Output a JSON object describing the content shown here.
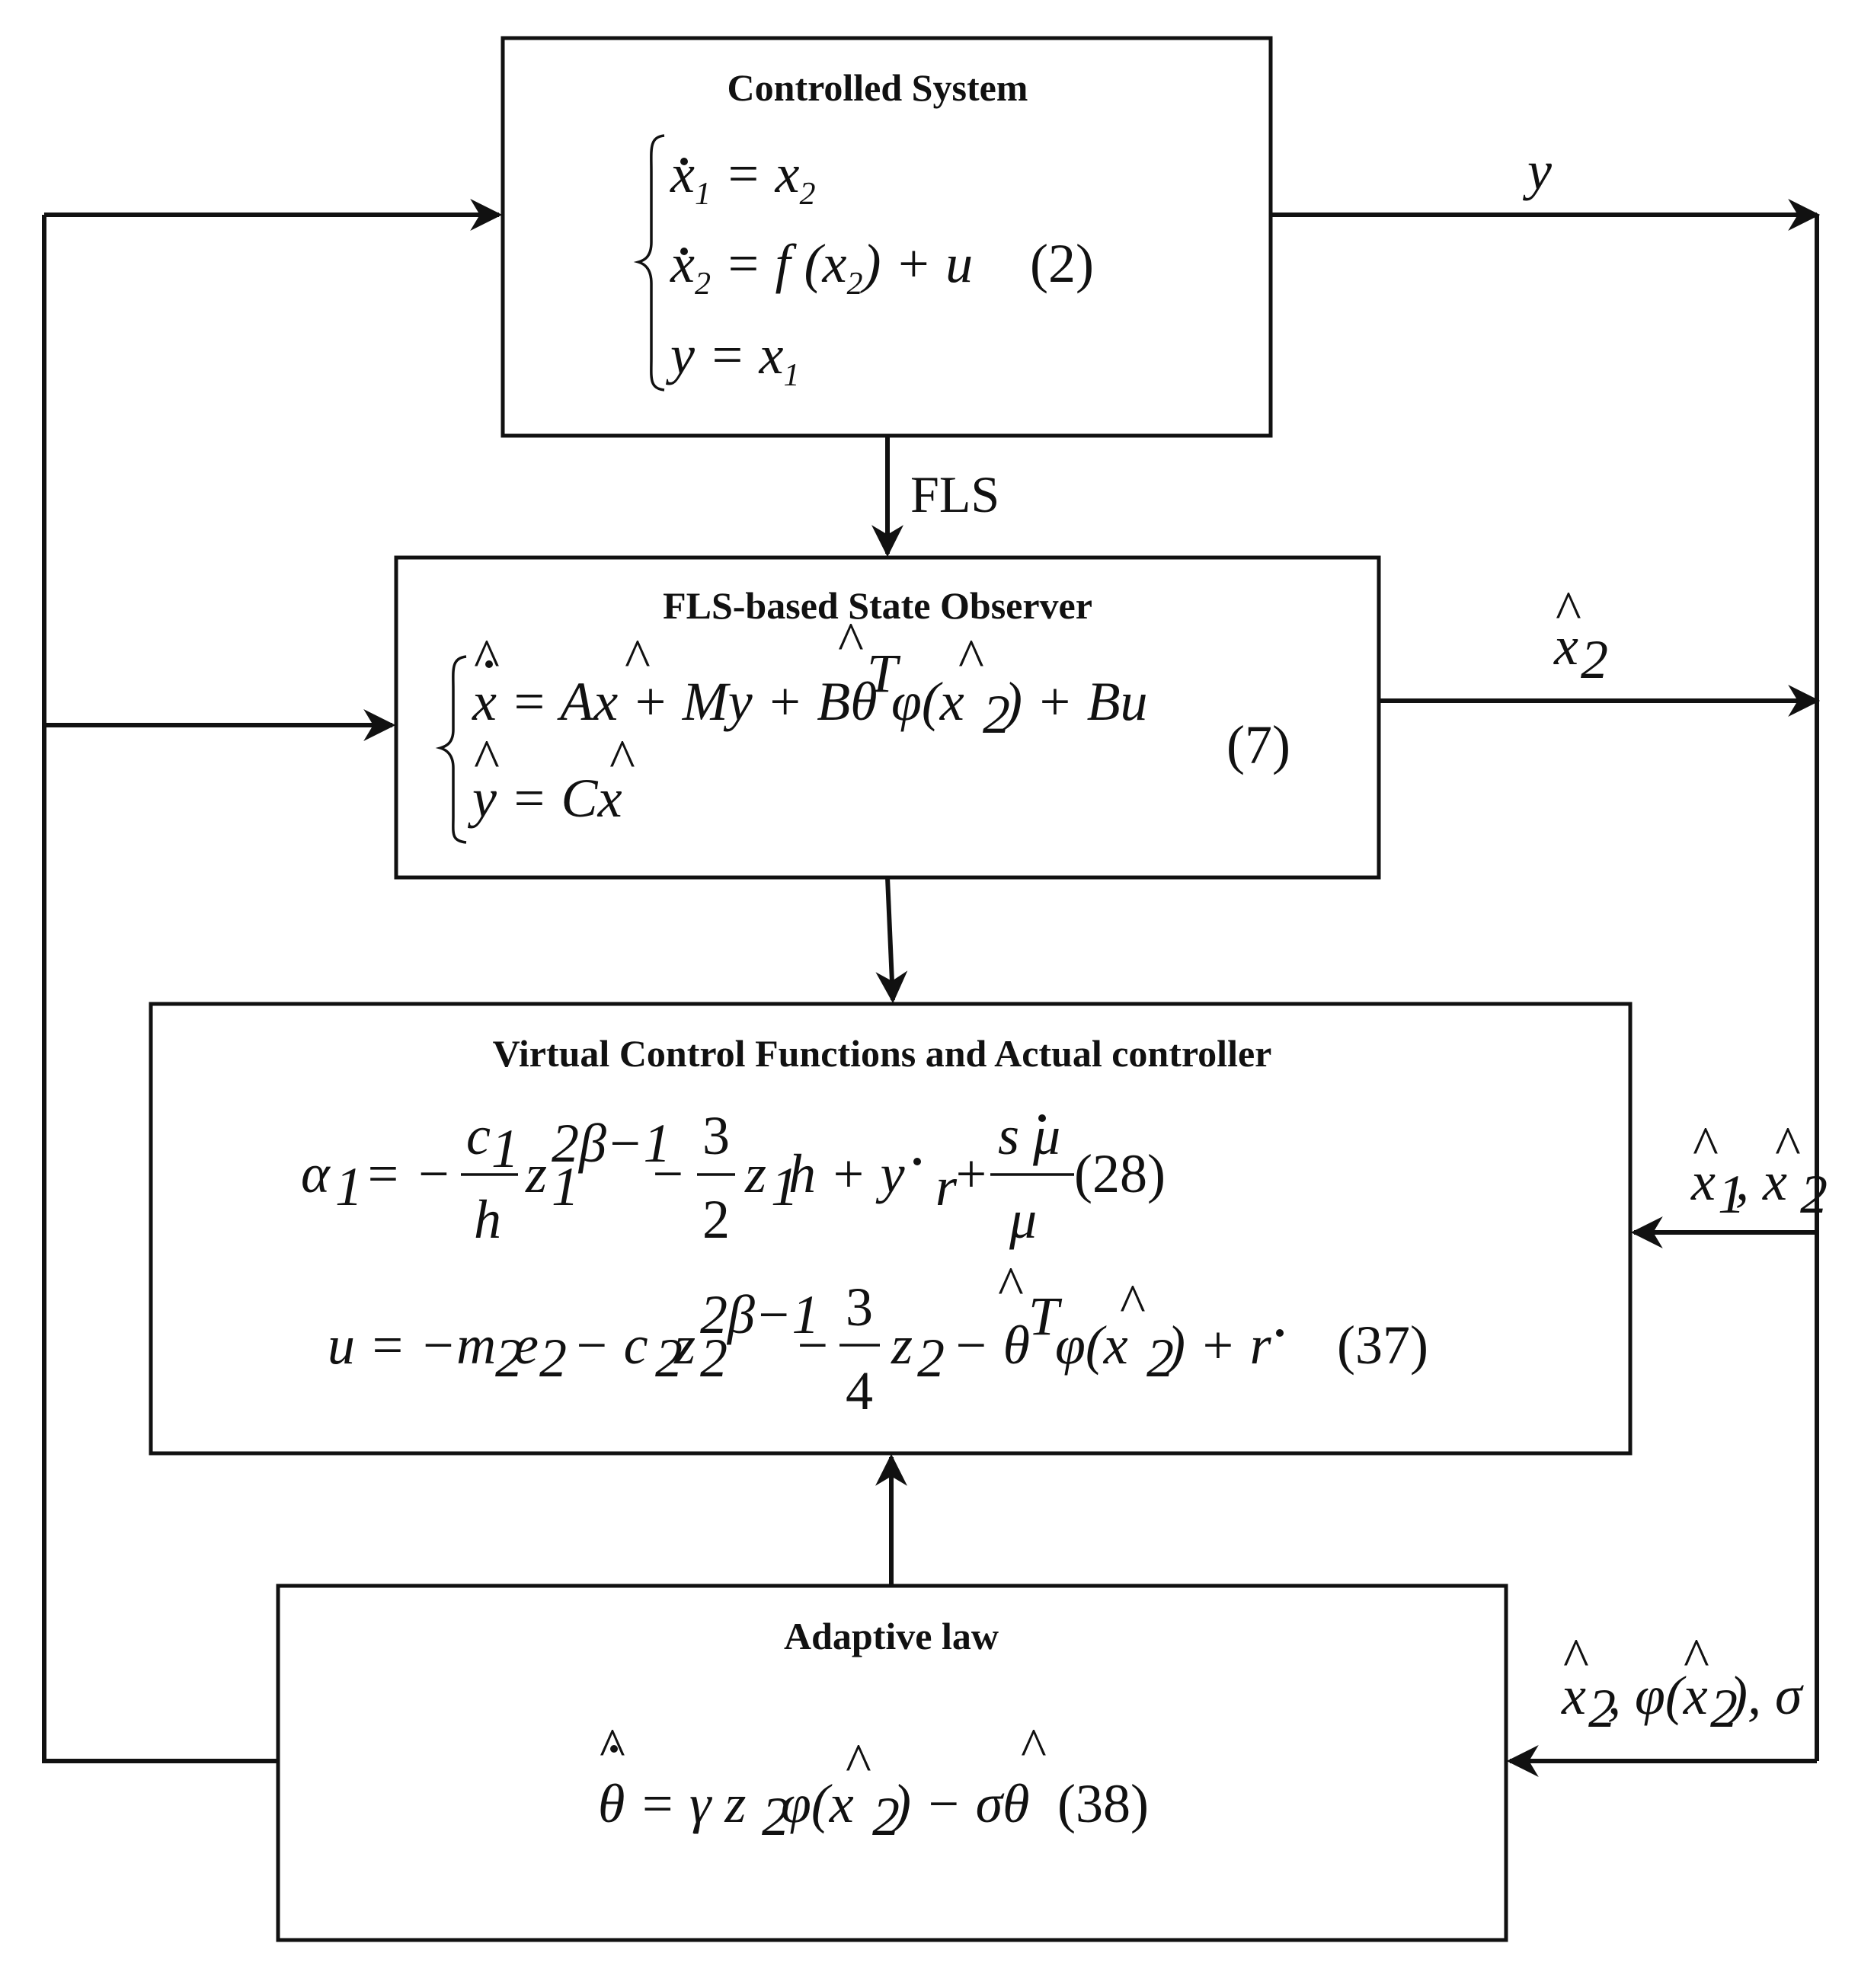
{
  "blocks": {
    "controlled_system": {
      "title": "Controlled System",
      "eq_number": "(2)"
    },
    "observer": {
      "title": "FLS-based State Observer",
      "eq_number": "(7)"
    },
    "controller": {
      "title": "Virtual Control Functions and Actual controller",
      "eq1_number": "(28)",
      "eq2_number": "(37)"
    },
    "adaptive_law": {
      "title": "Adaptive law",
      "eq_number": "(38)"
    }
  },
  "connections": {
    "system_to_observer": "FLS",
    "output_y": "y",
    "observer_output": "x̂₂",
    "feedback_to_controller": "x̂₁, x̂₂",
    "feedback_to_adaptive": "x̂₂, φ(x̂₂), σ"
  }
}
